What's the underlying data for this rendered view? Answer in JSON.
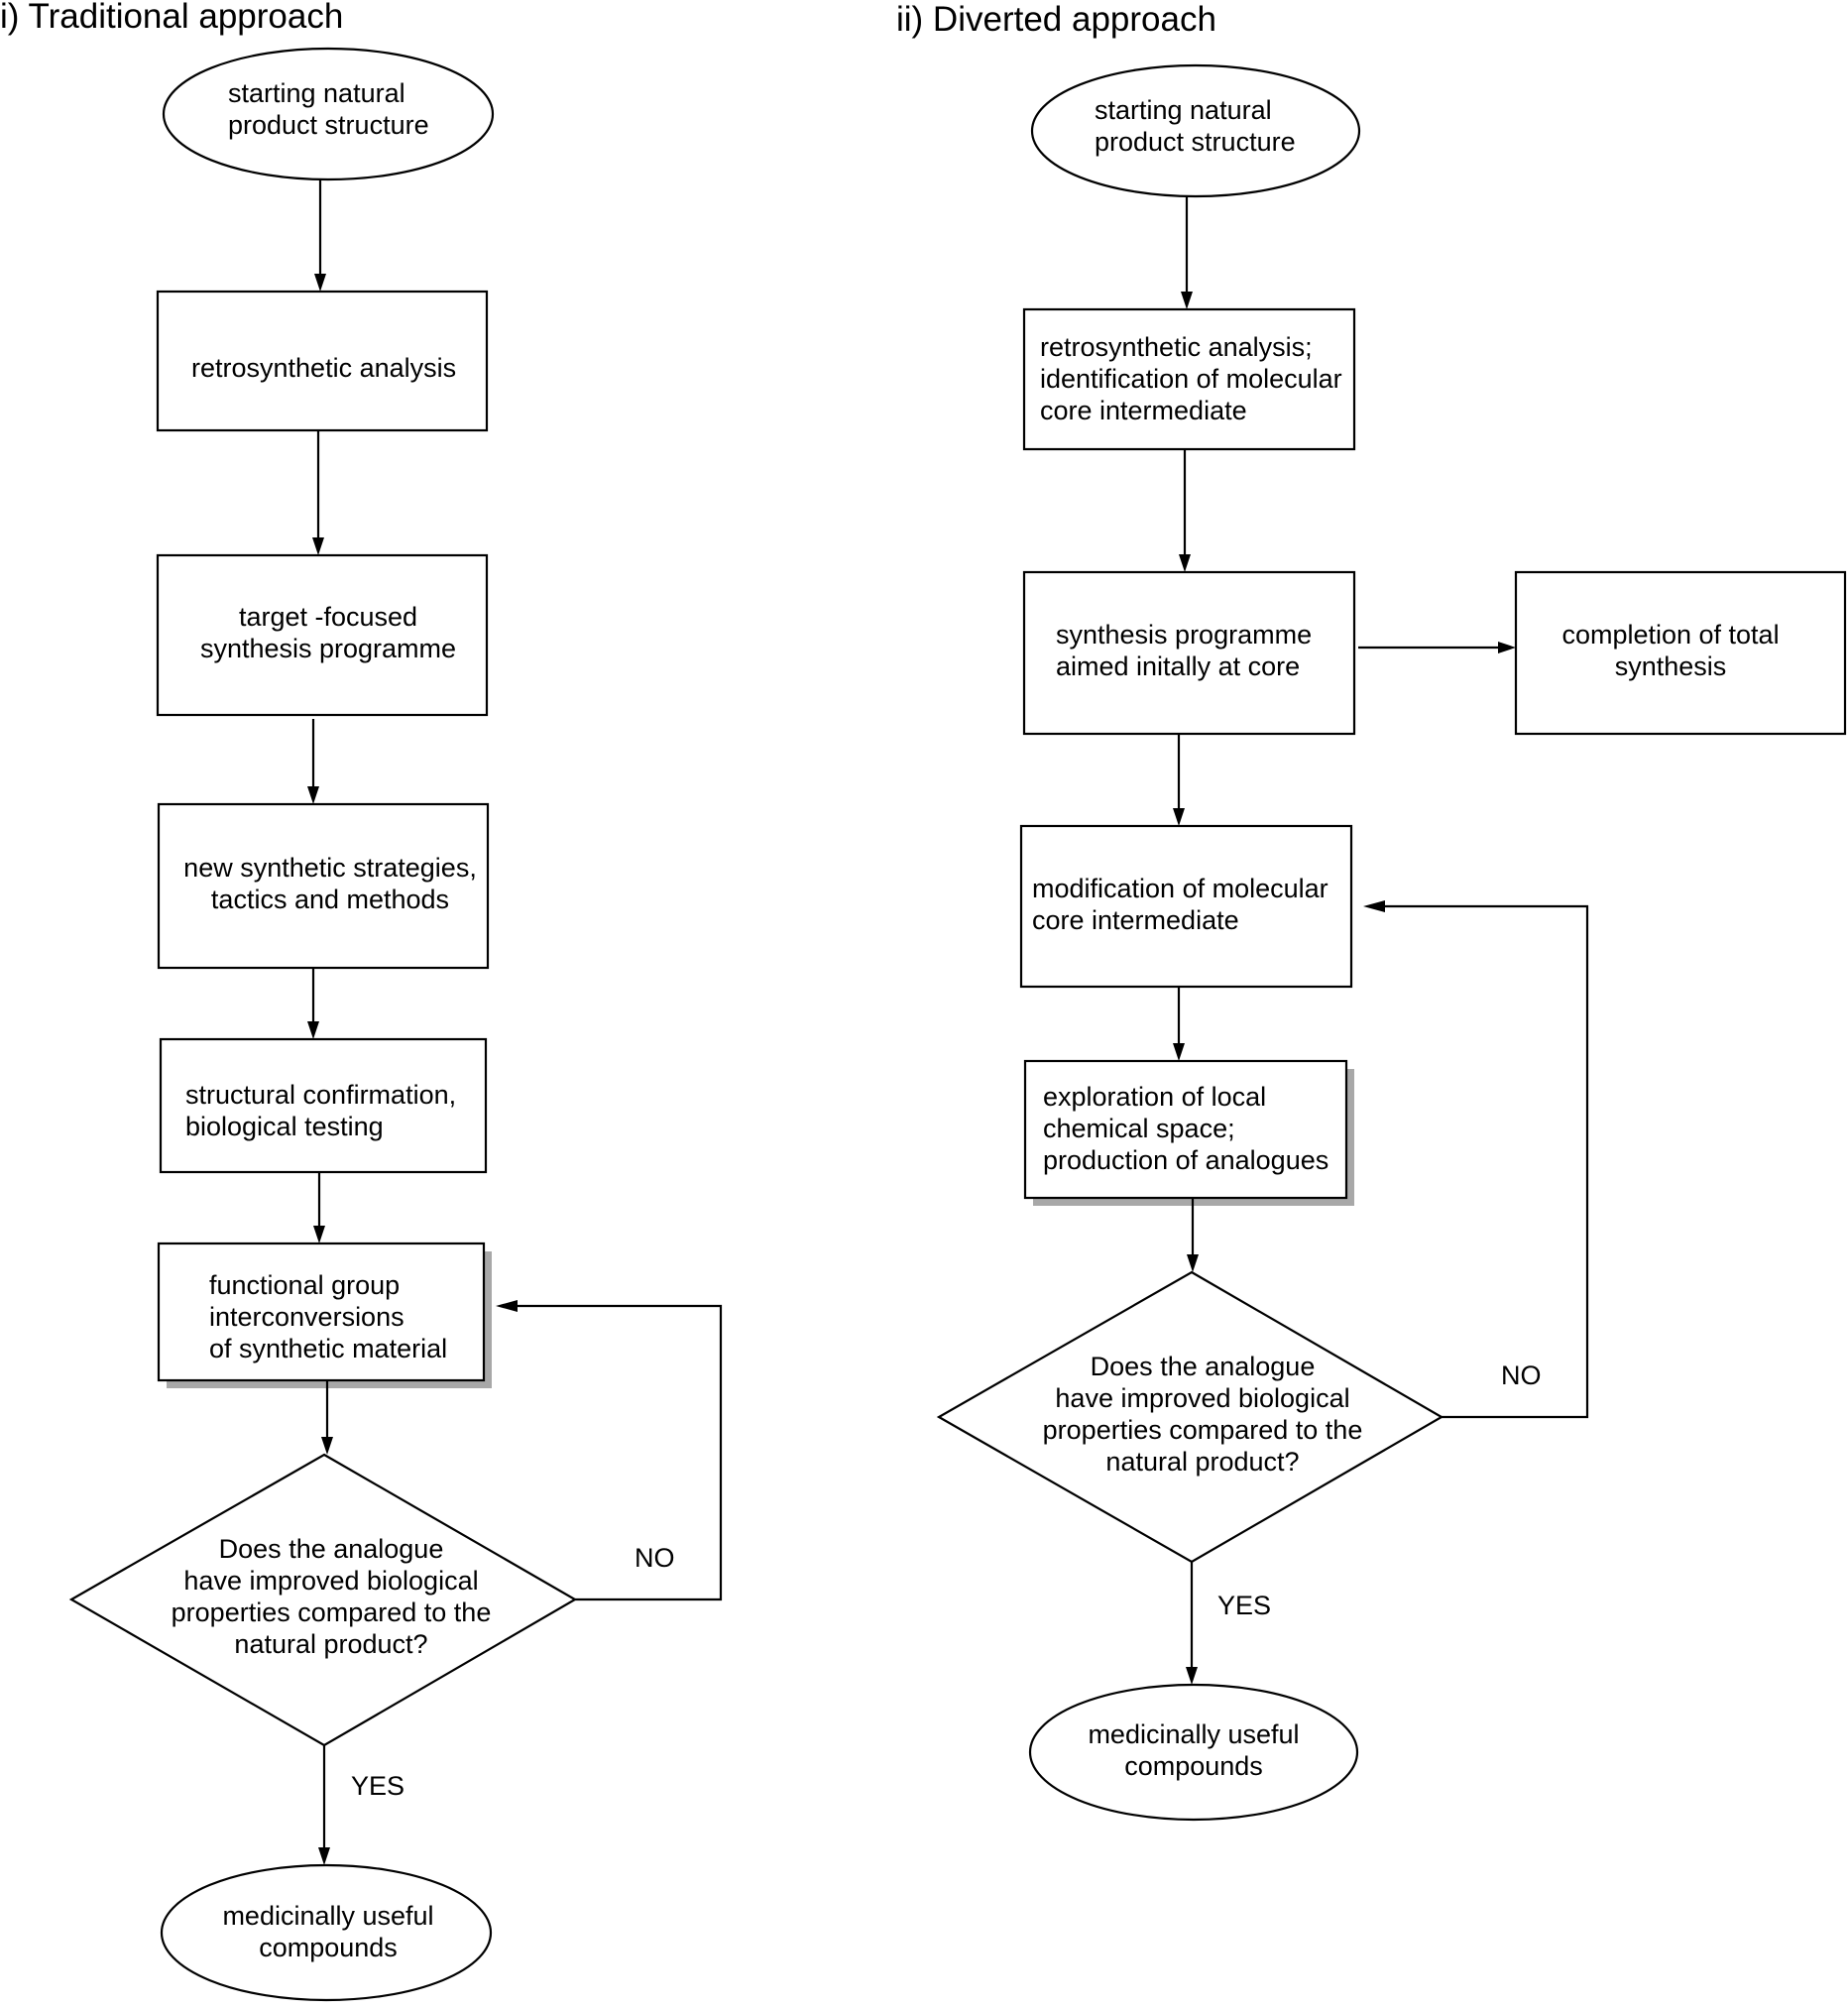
{
  "left": {
    "title": "i) Traditional approach",
    "start": [
      "starting natural",
      "product structure"
    ],
    "retro": [
      "retrosynthetic analysis"
    ],
    "target": [
      "target -focused",
      "synthesis programme"
    ],
    "strategies": [
      "new synthetic strategies,",
      "tactics and methods"
    ],
    "structural": [
      "structural confirmation,",
      "biological testing"
    ],
    "functional": [
      "functional group",
      "interconversions",
      "of synthetic material"
    ],
    "decision": [
      "Does the analogue",
      "have improved biological",
      "properties compared to the",
      "natural product?"
    ],
    "no_label": "NO",
    "yes_label": "YES",
    "end": [
      "medicinally useful",
      "compounds"
    ]
  },
  "right": {
    "title": "ii) Diverted approach",
    "start": [
      "starting natural",
      "product structure"
    ],
    "retro": [
      "retrosynthetic analysis;",
      "identification of molecular",
      "core intermediate"
    ],
    "synthesis": [
      "synthesis programme",
      "aimed initally at core"
    ],
    "completion": [
      "completion of total",
      "synthesis"
    ],
    "modification": [
      "modification of molecular",
      "core intermediate"
    ],
    "exploration": [
      "exploration of local",
      "chemical space;",
      "production of analogues"
    ],
    "decision": [
      "Does the analogue",
      "have improved biological",
      "properties compared to the",
      "natural product?"
    ],
    "no_label": "NO",
    "yes_label": "YES",
    "end": [
      "medicinally useful",
      "compounds"
    ]
  }
}
